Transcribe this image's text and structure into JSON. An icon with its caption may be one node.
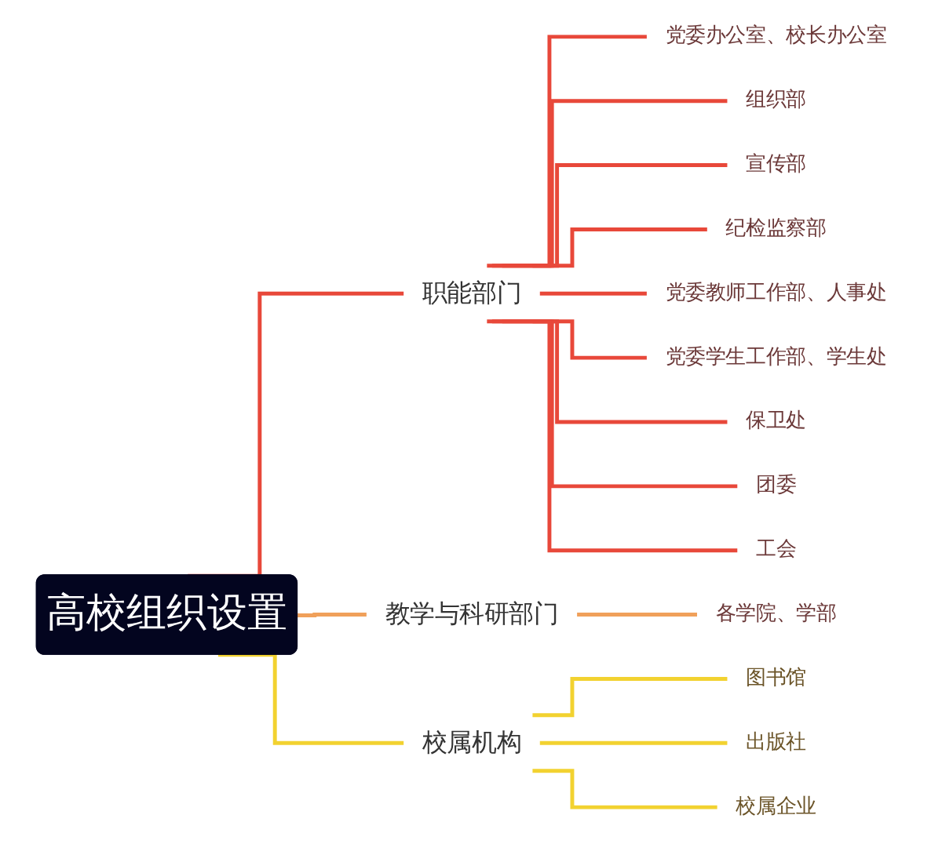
{
  "diagram": {
    "nodes": [
      {
        "text": [
          "高校组织设置"
        ]
      },
      {
        "text": [
          "职能部门"
        ]
      },
      {
        "text": [
          "党委办公室、校长办公室"
        ]
      },
      {
        "text": [
          "组织部"
        ]
      },
      {
        "text": [
          "宣传部"
        ]
      },
      {
        "text": [
          "纪检监察部"
        ]
      },
      {
        "text": [
          "党委教师工作部、人事处"
        ]
      },
      {
        "text": [
          "党委学生工作部、学生处"
        ]
      },
      {
        "text": [
          "保卫处"
        ]
      },
      {
        "text": [
          "团委"
        ]
      },
      {
        "text": [
          "工会"
        ]
      },
      {
        "text": [
          "教学与科研部门"
        ]
      },
      {
        "text": [
          "各学院、学部"
        ]
      },
      {
        "text": [
          "校属机构"
        ]
      },
      {
        "text": [
          "图书馆"
        ]
      },
      {
        "text": [
          "出版社"
        ]
      },
      {
        "text": [
          "校属企业"
        ]
      }
    ],
    "edges": [
      {
        "from": 0,
        "to": 1,
        "arrow": "none"
      },
      {
        "from": 1,
        "to": 2,
        "arrow": "none"
      },
      {
        "from": 1,
        "to": 3,
        "arrow": "none"
      },
      {
        "from": 1,
        "to": 4,
        "arrow": "none"
      },
      {
        "from": 1,
        "to": 5,
        "arrow": "none"
      },
      {
        "from": 1,
        "to": 6,
        "arrow": "none"
      },
      {
        "from": 1,
        "to": 7,
        "arrow": "none"
      },
      {
        "from": 1,
        "to": 8,
        "arrow": "none"
      },
      {
        "from": 1,
        "to": 9,
        "arrow": "none"
      },
      {
        "from": 1,
        "to": 10,
        "arrow": "none"
      },
      {
        "from": 0,
        "to": 11,
        "arrow": "none",
        "color": "#f0a05a"
      },
      {
        "from": 11,
        "to": 12,
        "arrow": "none",
        "color": "#f0a05a"
      },
      {
        "from": 0,
        "to": 13,
        "arrow": "none",
        "color": "#f2d230"
      },
      {
        "from": 13,
        "to": 14,
        "arrow": "none",
        "color": "#f2d230"
      },
      {
        "from": 13,
        "to": 15,
        "arrow": "none",
        "color": "#f2d230"
      },
      {
        "from": 13,
        "to": 16,
        "arrow": "none",
        "color": "#f2d230"
      }
    ]
  }
}
